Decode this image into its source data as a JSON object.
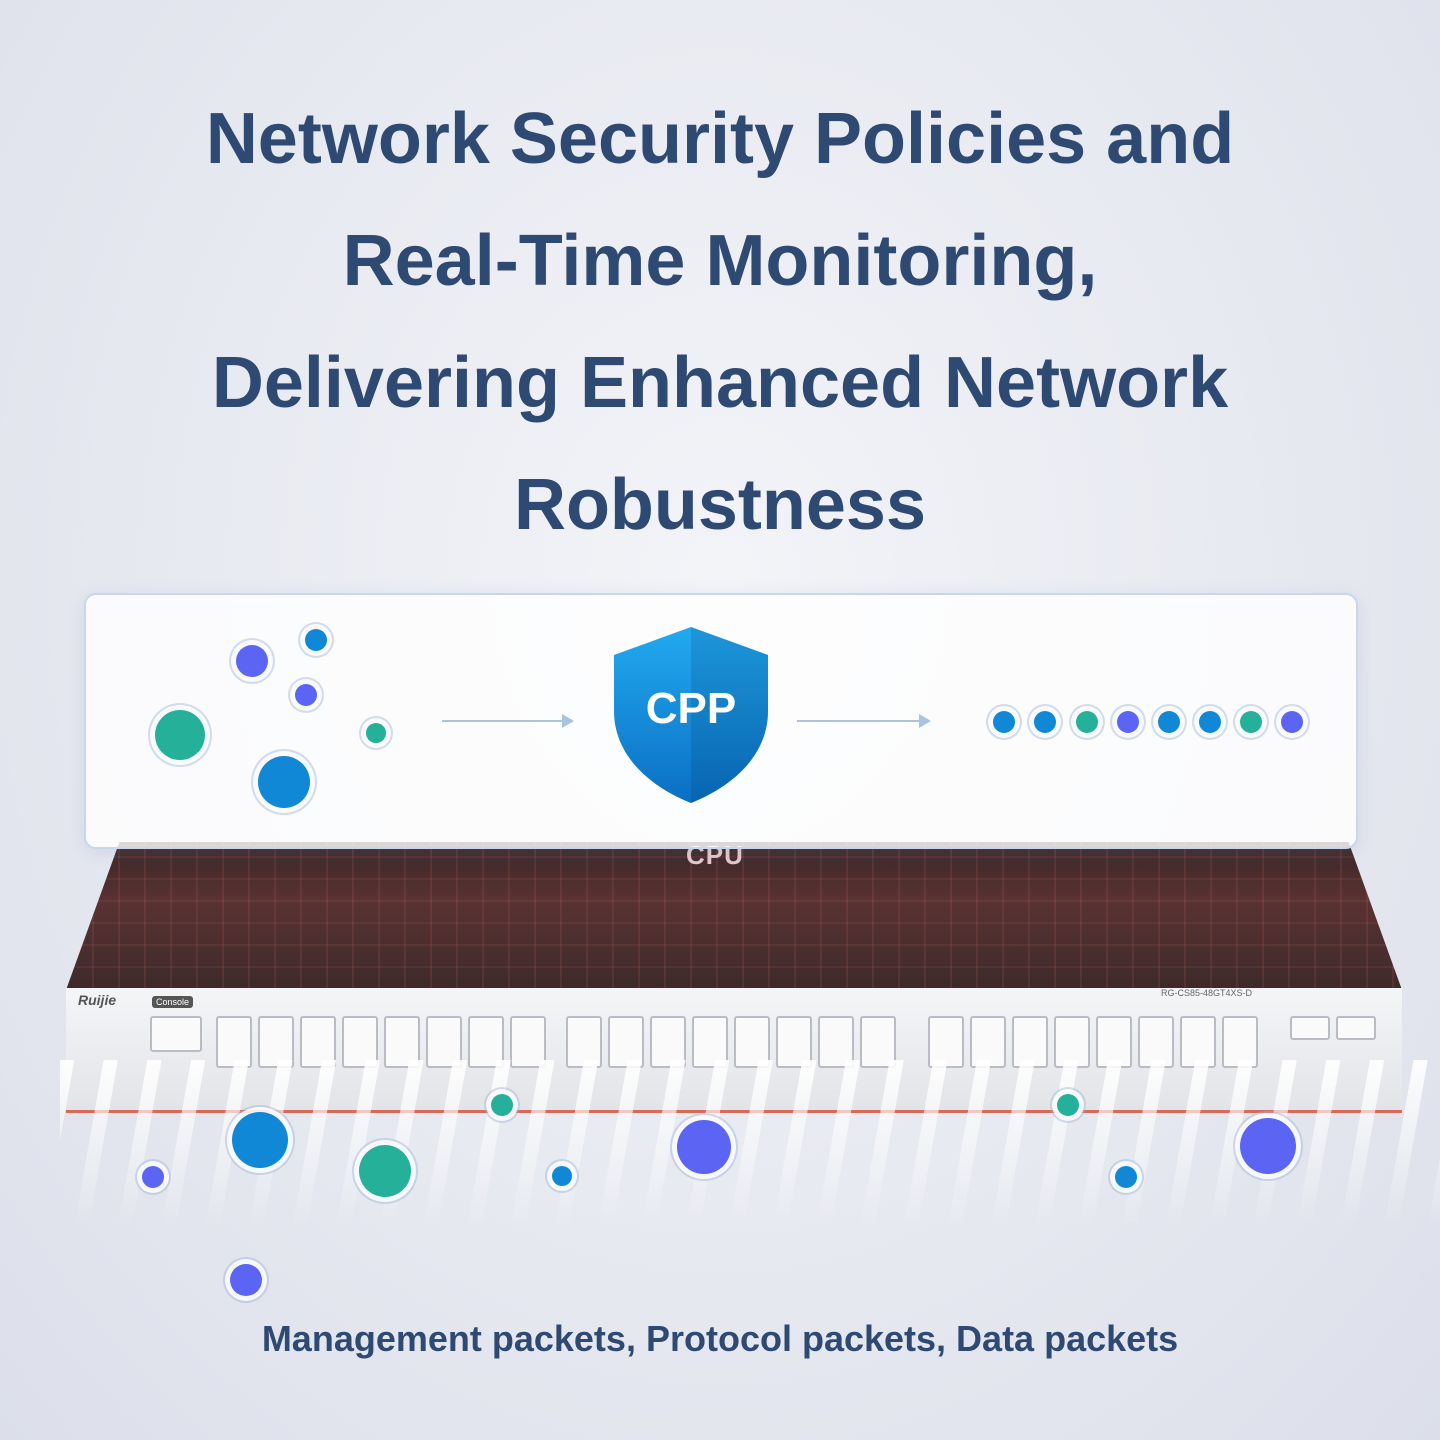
{
  "headline": {
    "line1": "Network Security Policies and",
    "line2": "Real-Time Monitoring,",
    "line3": "Delivering Enhanced Network",
    "line4": "Robustness"
  },
  "shield_label": "CPP",
  "cpu_label": "CPU",
  "device": {
    "brand": "Ruijie",
    "console_label": "Console",
    "model": "RG-CS85-48GT4XS-D"
  },
  "caption": "Management packets, Protocol packets, Data packets",
  "colors": {
    "title": "#2f4a72",
    "packet_blue": "#1188d6",
    "packet_teal": "#25b09a",
    "packet_violet": "#5c64f4",
    "shield": "#0d86d6"
  },
  "icons": [
    "shield-icon",
    "arrow-right-icon",
    "packet-dot-icon",
    "ethernet-port-icon"
  ]
}
